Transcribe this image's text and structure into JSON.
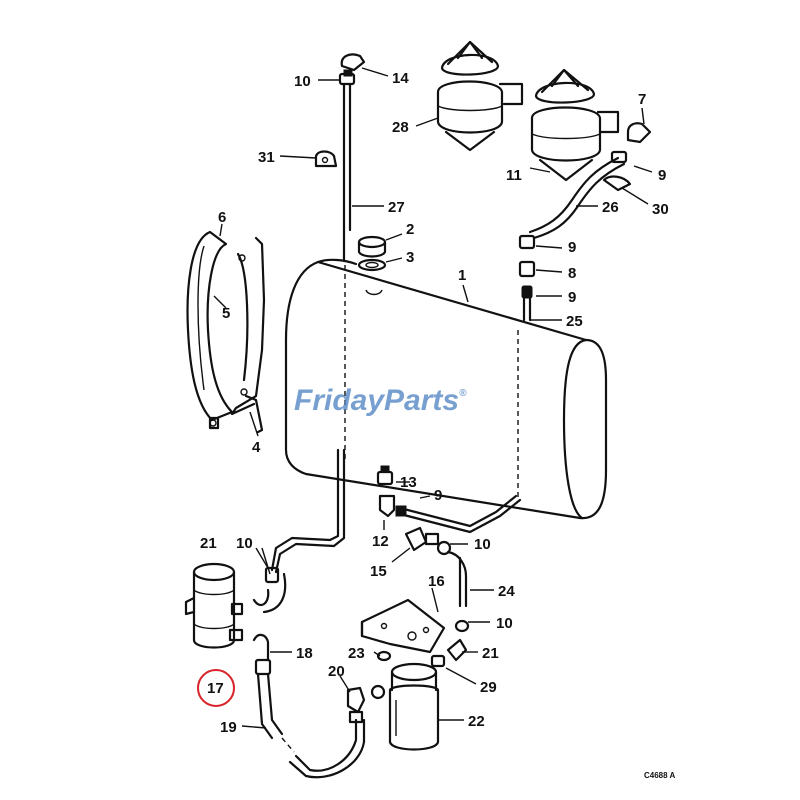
{
  "callouts": {
    "c1": "1",
    "c2": "2",
    "c3": "3",
    "c4": "4",
    "c5": "5",
    "c6": "6",
    "c7": "7",
    "c8": "8",
    "c9a": "9",
    "c9b": "9",
    "c9c": "9",
    "c9d": "9",
    "c10a": "10",
    "c10b": "10",
    "c10c": "10",
    "c10d": "10",
    "c11": "11",
    "c12": "12",
    "c13": "13",
    "c14": "14",
    "c15": "15",
    "c16": "16",
    "c17": "17",
    "c18": "18",
    "c19": "19",
    "c20": "20",
    "c21a": "21",
    "c21b": "21",
    "c22": "22",
    "c23": "23",
    "c24": "24",
    "c25": "25",
    "c26": "26",
    "c27": "27",
    "c28": "28",
    "c29": "29",
    "c30": "30",
    "c31": "31"
  },
  "highlight": {
    "part": "17",
    "color": "#d8232a"
  },
  "watermark": {
    "brand_a": "Friday",
    "brand_b": "Parts",
    "reg": "®",
    "color_a": "#4a7fc1",
    "color_b": "#f0a500"
  },
  "drawing_code": "C4688 A"
}
